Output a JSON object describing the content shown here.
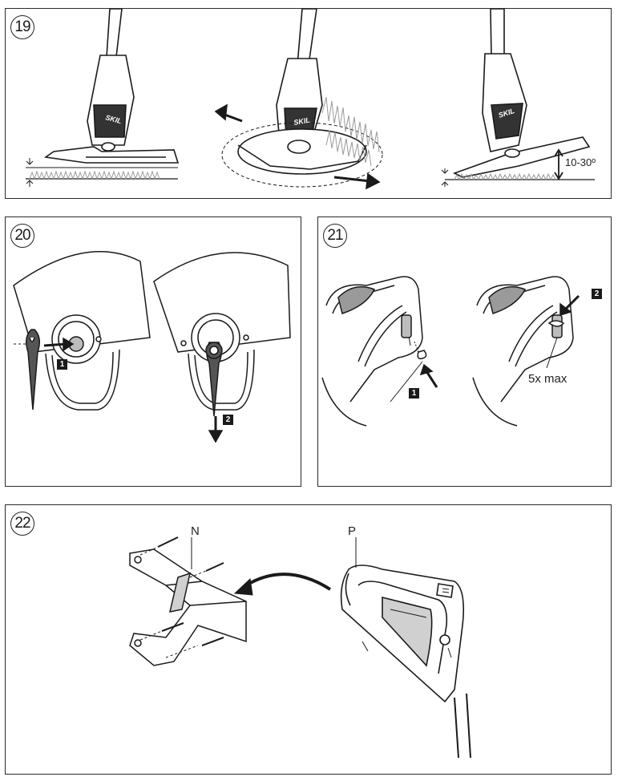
{
  "figures": [
    {
      "number": "19",
      "annotations": {
        "brand": "SKIL",
        "angle": "10-30º"
      }
    },
    {
      "number": "20",
      "annotations": {
        "step1": "1",
        "step2": "2"
      }
    },
    {
      "number": "21",
      "annotations": {
        "step1": "1",
        "step2": "2",
        "limit": "5x max"
      }
    },
    {
      "number": "22",
      "annotations": {
        "part_n": "N",
        "part_p": "P"
      }
    }
  ],
  "colors": {
    "line": "#1a1a1a",
    "shade": "#9a9a9a",
    "panel_border": "#2a2a2a"
  }
}
